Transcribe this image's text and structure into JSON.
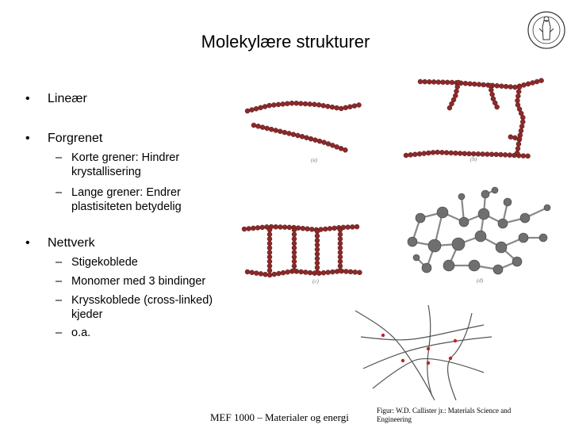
{
  "slide": {
    "title": "Molekylære strukturer",
    "bullets": [
      {
        "symbol": "•",
        "text": "Lineær"
      },
      {
        "symbol": "•",
        "text": "Forgrenet"
      },
      {
        "symbol": "•",
        "text": "Nettverk"
      }
    ],
    "forgrenet_sub": [
      {
        "symbol": "–",
        "text": "Korte grener: Hindrer krystallisering"
      },
      {
        "symbol": "–",
        "text": "Lange grener: Endrer plastisiteten betydelig"
      }
    ],
    "nettverk_sub": [
      {
        "symbol": "–",
        "text": "Stigekoblede"
      },
      {
        "symbol": "–",
        "text": "Monomer med 3 bindinger"
      },
      {
        "symbol": "–",
        "text": "Krysskoblede (cross-linked) kjeder"
      },
      {
        "symbol": "–",
        "text": "o.a."
      }
    ],
    "footer": "MEF 1000 – Materialer og energi",
    "credit": "Figur: W.D. Callister jr.: Materials Science and Engineering"
  },
  "figures": {
    "captions": {
      "a": "(a)",
      "b": "(b)",
      "c": "(c)",
      "d": "(d)"
    },
    "chain_color": "#8b2a2a",
    "atom_color": "#6f6f6f",
    "line_color": "#555555",
    "node_color": "#c0202a"
  },
  "logo": {
    "icon": "university-seal-icon"
  }
}
